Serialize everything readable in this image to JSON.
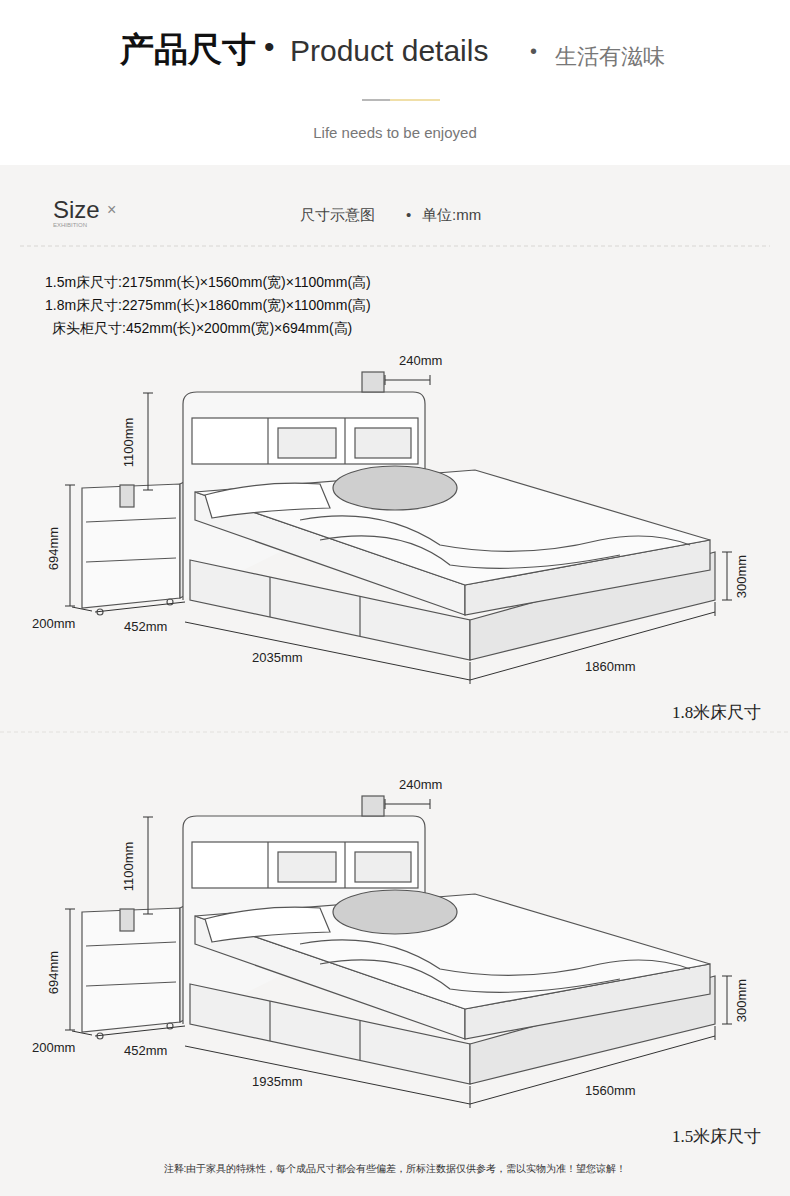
{
  "diagram": {
    "title": "产品尺寸",
    "caption": "注释:由于家具的特殊性，每个成品尺寸都会有些偏差，所标注数据仅供参考，需以实物为准！望您谅解！",
    "labels": [
      "•",
      "Product details",
      "•",
      "生活有滋味",
      "Life needs to be enjoyed",
      "Size",
      "EXHIBITION",
      "×",
      "尺寸示意图",
      "•",
      "单位:mm",
      "1.5m床尺寸:2175mm(长)×1560mm(宽)×1100mm(高)",
      "1.8m床尺寸:2275mm(长)×1860mm(宽)×1100mm(高)",
      "床头柜尺寸:452mm(长)×200mm(宽)×694mm(高)",
      "240mm",
      "1100mm",
      "694mm",
      "200mm",
      "452mm",
      "2035mm",
      "1860mm",
      "300mm",
      "1.8米床尺寸",
      "240mm",
      "1100mm",
      "694mm",
      "200mm",
      "452mm",
      "1935mm",
      "1560mm",
      "300mm",
      "1.5米床尺寸"
    ]
  }
}
